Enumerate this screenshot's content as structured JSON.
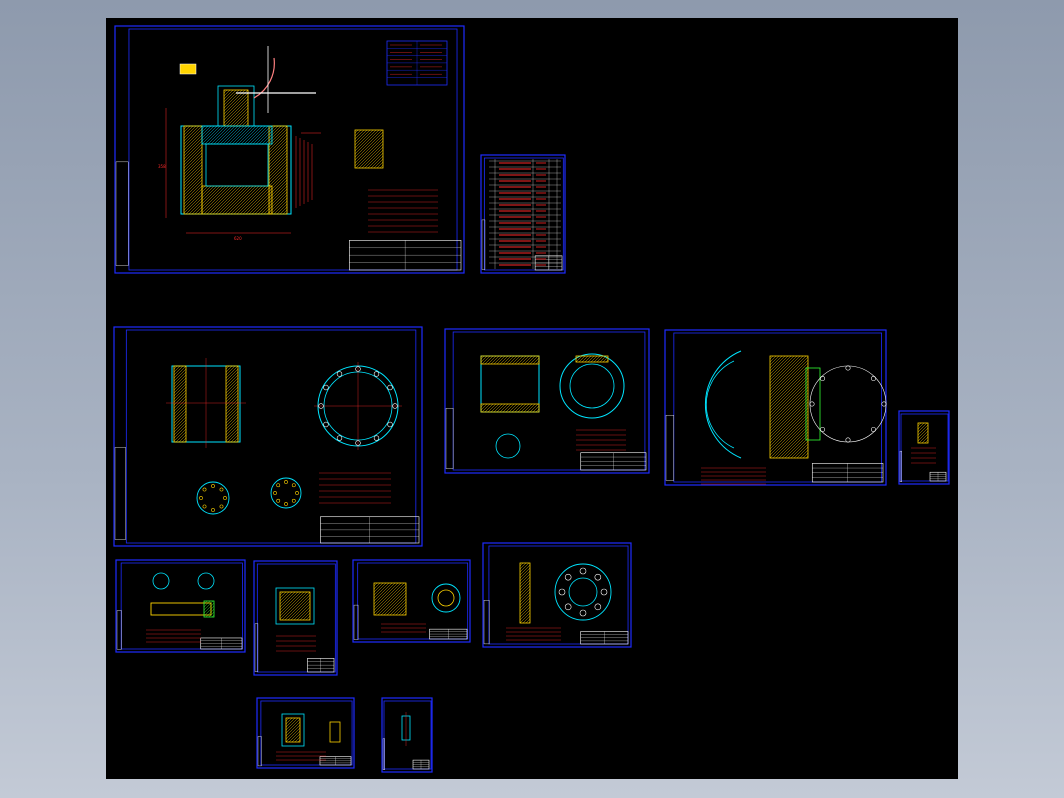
{
  "viewport": {
    "background": "#000000",
    "frame_color": "#1e2cff"
  },
  "colors": {
    "outline": "#00e5ff",
    "dimension": "#ff2a2a",
    "hatch": "#ffd400",
    "frame": "#1e2cff",
    "green": "#33ff33",
    "white": "#ffffff"
  },
  "drawings": [
    {
      "id": "assembly",
      "icon": "assembly-drawing-icon"
    },
    {
      "id": "parts-list",
      "icon": "table-icon"
    },
    {
      "id": "body",
      "icon": "flange-body-icon"
    },
    {
      "id": "ball",
      "icon": "ball-icon"
    },
    {
      "id": "cover",
      "icon": "flange-cover-icon"
    },
    {
      "id": "small-part-a",
      "icon": "small-part-icon"
    },
    {
      "id": "stem",
      "icon": "stem-icon"
    },
    {
      "id": "gland",
      "icon": "gland-icon"
    },
    {
      "id": "seat",
      "icon": "seat-icon"
    },
    {
      "id": "flange-plate",
      "icon": "flange-plate-icon"
    },
    {
      "id": "bushing",
      "icon": "bushing-icon"
    },
    {
      "id": "small-part-b",
      "icon": "small-part-icon"
    }
  ]
}
